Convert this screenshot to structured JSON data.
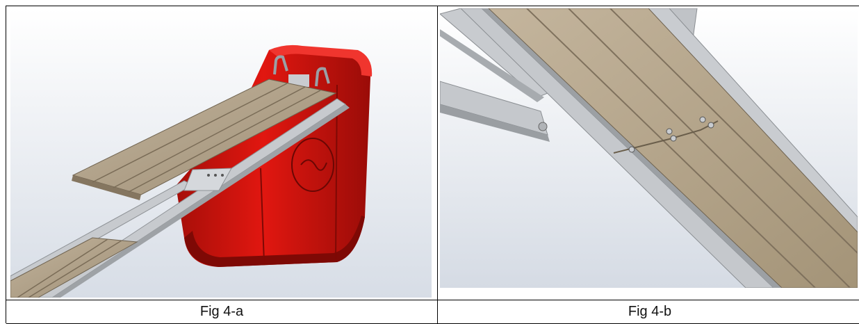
{
  "figures": [
    {
      "caption": "Fig 4-a",
      "image_subject": "red-tank-with-ramp-and-wooden-board",
      "colors": {
        "tank_red": "#d9140f",
        "tank_dark": "#8e0b07",
        "rail_grey": "#b9bcc0",
        "board_wood": "#b4a58e",
        "board_dark": "#8b7b65",
        "background_top": "#ffffff",
        "background_bottom": "#d7dde6"
      }
    },
    {
      "caption": "Fig 4-b",
      "image_subject": "aluminium-ramp-with-wooden-panels-closeup",
      "colors": {
        "rail_grey": "#bfc2c5",
        "board_wood": "#b6a78f",
        "board_groove": "#7f715d",
        "background_top": "#ffffff",
        "background_bottom": "#d5dbe4"
      }
    }
  ]
}
